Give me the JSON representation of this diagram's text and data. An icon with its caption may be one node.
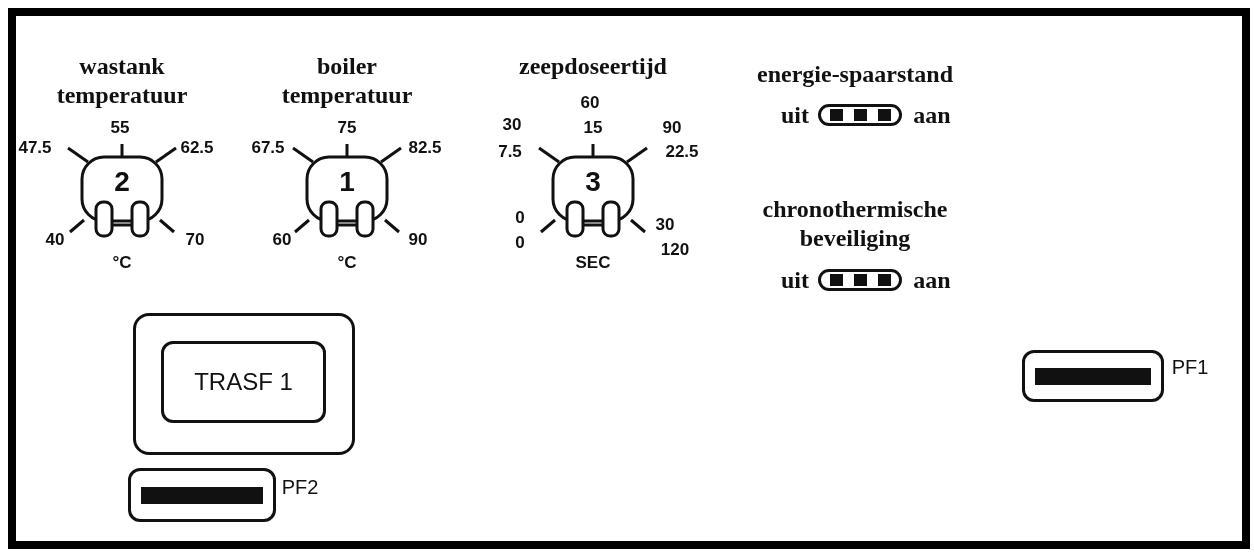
{
  "diagram": {
    "nodes": [
      {
        "text": [
          "wastank temperatuur",
          "2"
        ],
        "beside": [
          "47.5",
          "55",
          "62.5",
          "40",
          "70",
          "°C"
        ]
      },
      {
        "text": [
          "boiler temperatuur",
          "1"
        ],
        "beside": [
          "67.5",
          "75",
          "82.5",
          "60",
          "90",
          "°C"
        ]
      },
      {
        "text": [
          "zeepdoseertijd",
          "3"
        ],
        "beside": [
          "60",
          "30",
          "15",
          "90",
          "7.5",
          "22.5",
          "0",
          "30",
          "0",
          "120",
          "SEC"
        ]
      },
      {
        "text": [
          "energie-spaarstand"
        ],
        "beside": [
          "uit",
          "aan"
        ]
      },
      {
        "text": [
          "chronothermische beveiliging"
        ],
        "beside": [
          "uit",
          "aan"
        ]
      },
      {
        "text": [],
        "shape": "box"
      },
      {
        "text": [
          "TRASF 1"
        ],
        "in": 5
      },
      {
        "text": [
          "PF1"
        ]
      },
      {
        "text": [
          "PF2"
        ]
      }
    ],
    "edges": []
  }
}
